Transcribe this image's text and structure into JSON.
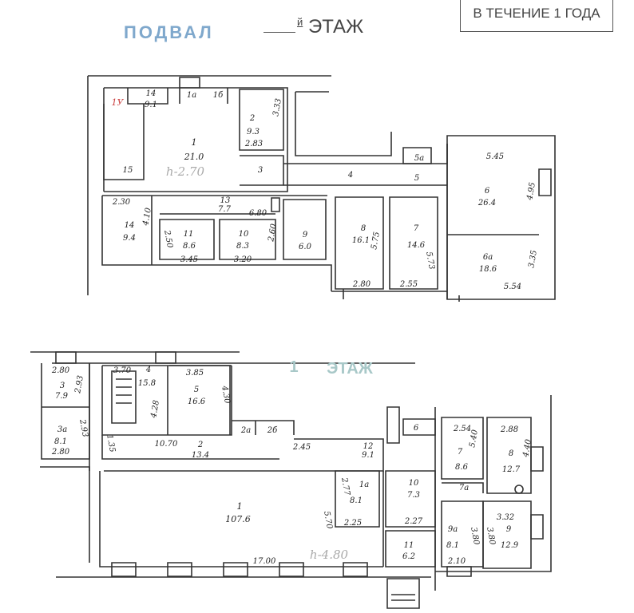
{
  "header": {
    "basement_title": "ПОДВАЛ",
    "floor_suffix": "й",
    "floor_word": "ЭТАЖ",
    "stamp_text": "В ТЕЧЕНИЕ 1 ГОДА"
  },
  "basement": {
    "height": "h-2.70",
    "stair_mark": "1У",
    "labels": {
      "r14": "14",
      "r14_area": "9.1",
      "r1a": "1а",
      "r1b": "1б",
      "r2": "2",
      "r2_area": "9.3",
      "r2_w": "2.83",
      "r2_h": "3.33",
      "r1": "1",
      "r1_area": "21.0",
      "r15": "15",
      "r3": "3",
      "r4": "4",
      "r5a": "5а",
      "r5": "5",
      "r6_w": "5.45",
      "r6": "6",
      "r6_area": "26.4",
      "r6_h": "4.95",
      "r6a": "6а",
      "r6a_area": "18.6",
      "r6a_w": "5.54",
      "r6a_h": "3.35",
      "r8": "8",
      "r8_area": "16.1",
      "r8_h": "5.75",
      "r8_w": "2.80",
      "r7": "7",
      "r7_area": "14.6",
      "r7_h": "5.73",
      "r7_w": "2.55",
      "r14b_w": "2.30",
      "r14b": "14",
      "r14b_area": "9.4",
      "r14b_h": "4.10",
      "r13": "13",
      "r13_area": "7.7",
      "r13_w": "6.80",
      "r11": "11",
      "r11_area": "8.6",
      "r11_w": "3.45",
      "r11_h": "2.50",
      "r10": "10",
      "r10_area": "8.3",
      "r10_w": "3.20",
      "r10_h": "2.60",
      "r9": "9",
      "r9_area": "6.0"
    }
  },
  "first_floor": {
    "floor_number": "1",
    "floor_word": "ЭТАЖ",
    "height": "h-4.80",
    "labels": {
      "r3_w": "2.80",
      "r3": "3",
      "r3_area": "7.9",
      "r3_h": "2.93",
      "r3a": "3а",
      "r3a_area": "8.1",
      "r3a_w": "2.80",
      "r3a_h": "2.93",
      "r4_w": "3.70",
      "r4": "4",
      "r4_area": "15.8",
      "r4_h": "4.28",
      "r5_w": "3.85",
      "r5": "5",
      "r5_area": "16.6",
      "r5_h": "4.30",
      "r2_h": "1.35",
      "r2_w": "10.70",
      "r2": "2",
      "r2_area": "13.4",
      "r2a": "2а",
      "r2b": "2б",
      "r12_w": "2.45",
      "r12": "12",
      "r12_area": "9.1",
      "r1": "1",
      "r1_area": "107.6",
      "r1_h": "5.70",
      "r1_w": "17.00",
      "r1a": "1а",
      "r1a_area": "8.1",
      "r1a_w": "2.25",
      "r1a_h": "2.77",
      "r10": "10",
      "r10_area": "7.3",
      "r10_w": "2.27",
      "r11": "11",
      "r11_area": "6.2",
      "r6": "6",
      "r7_w": "2.54",
      "r7_h": "5.40",
      "r7": "7",
      "r7_area": "8.6",
      "r7a": "7а",
      "r8_w": "2.88",
      "r8": "8",
      "r8_area": "12.7",
      "r8_h": "4.40",
      "r9_w": "3.32",
      "r9": "9",
      "r9_area": "12.9",
      "r9_h": "3.80",
      "r9a": "9а",
      "r9a_area": "8.1",
      "r9a_h": "3.80",
      "r9a_w": "2.10"
    }
  }
}
